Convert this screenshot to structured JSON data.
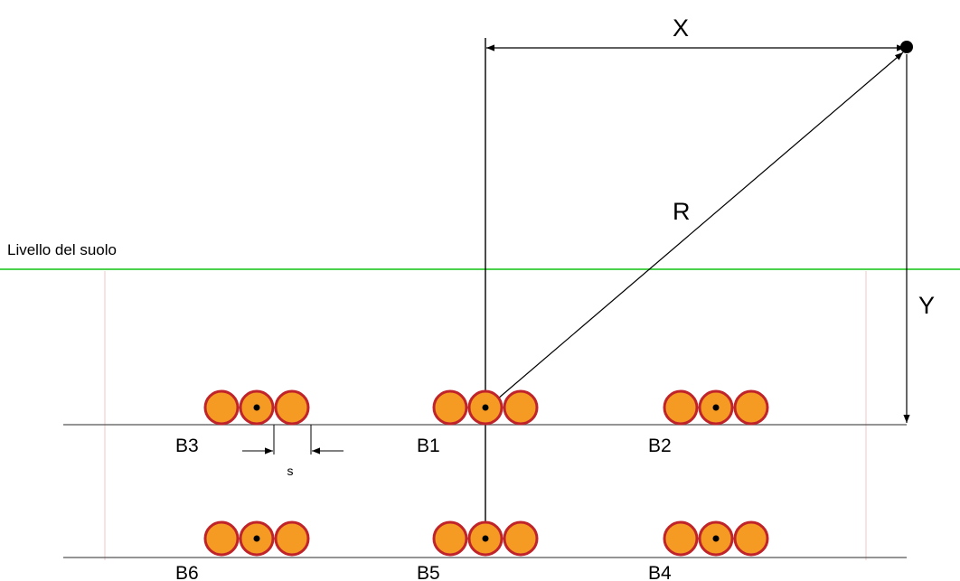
{
  "labels": {
    "x": "X",
    "y": "Y",
    "r": "R",
    "ground": "Livello del suolo",
    "spacing": "s"
  },
  "groups": [
    {
      "id": "b1",
      "label": "B1"
    },
    {
      "id": "b2",
      "label": "B2"
    },
    {
      "id": "b3",
      "label": "B3"
    },
    {
      "id": "b4",
      "label": "B4"
    },
    {
      "id": "b5",
      "label": "B5"
    },
    {
      "id": "b6",
      "label": "B6"
    }
  ],
  "colors": {
    "ground_line": "#4cd14c",
    "cable_fill": "#f59a23",
    "cable_stroke": "#c0242a",
    "line": "#000000",
    "trench_guide": "#f2c4c4"
  }
}
